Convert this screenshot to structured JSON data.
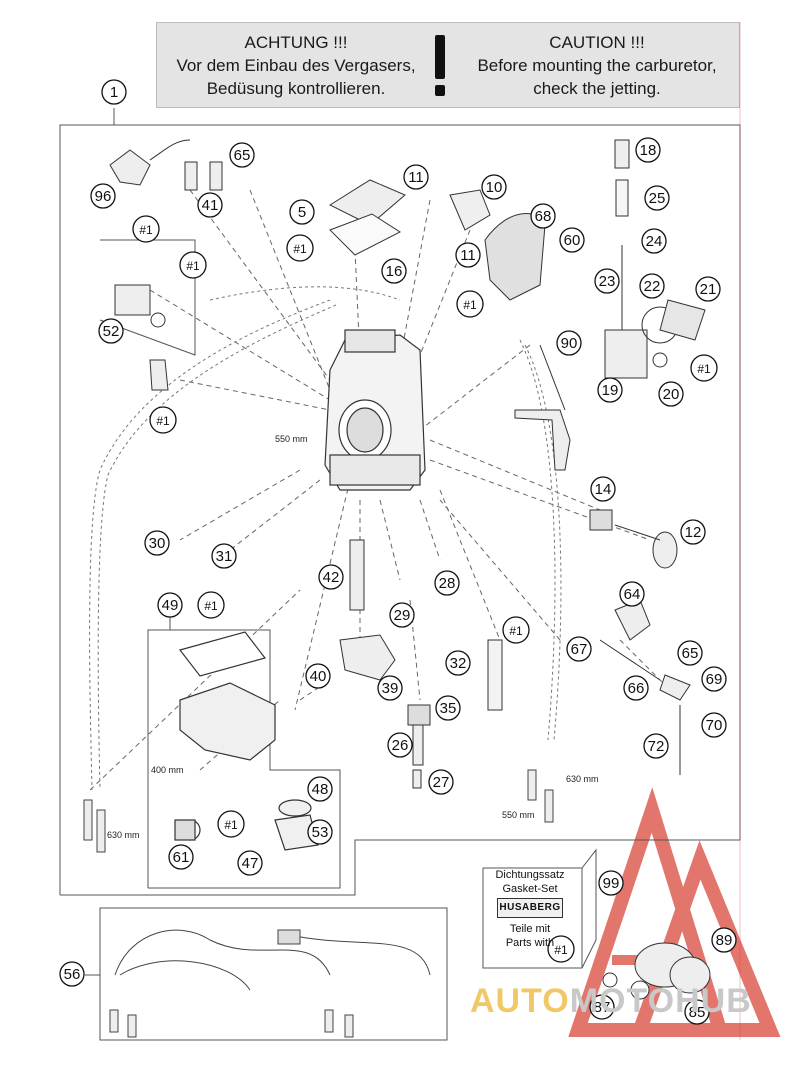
{
  "warning": {
    "de_title": "ACHTUNG !!!",
    "de_line1": "Vor dem Einbau des Vergasers,",
    "de_line2": "Bedüsung kontrollieren.",
    "en_title": "CAUTION !!!",
    "en_line1": "Before mounting the carburetor,",
    "en_line2": "check the jetting."
  },
  "callouts": [
    "1",
    "96",
    "65",
    "41",
    "#1",
    "5",
    "#1",
    "11",
    "10",
    "68",
    "60",
    "11",
    "16",
    "#1",
    "18",
    "25",
    "24",
    "23",
    "22",
    "21",
    "#1",
    "19",
    "20",
    "#1",
    "52",
    "#1",
    "90",
    "14",
    "12",
    "30",
    "31",
    "42",
    "28",
    "29",
    "#1",
    "49",
    "#1",
    "64",
    "67",
    "65",
    "66",
    "69",
    "70",
    "72",
    "40",
    "39",
    "32",
    "35",
    "26",
    "27",
    "48",
    "#1",
    "53",
    "47",
    "61",
    "56",
    "99",
    "#1",
    "89",
    "87",
    "85"
  ],
  "dimensions": {
    "d1": "550 mm",
    "d2": "400 mm",
    "d3": "630 mm",
    "d4": "630 mm",
    "d5": "550 mm"
  },
  "gasket_set": {
    "line1": "Dichtungssatz",
    "line2": "Gasket-Set",
    "brand": "HUSABERG",
    "line3": "Teile mit",
    "line4": "Parts with"
  },
  "watermark": {
    "part1": "AUTO",
    "part2": "MOTO",
    "part3": "HUB"
  },
  "colors": {
    "watermark_red": "#d9473b",
    "watermark_yellow": "#f1c866",
    "watermark_gray": "#c8c8c8",
    "warning_bg": "#e4e4e4"
  }
}
